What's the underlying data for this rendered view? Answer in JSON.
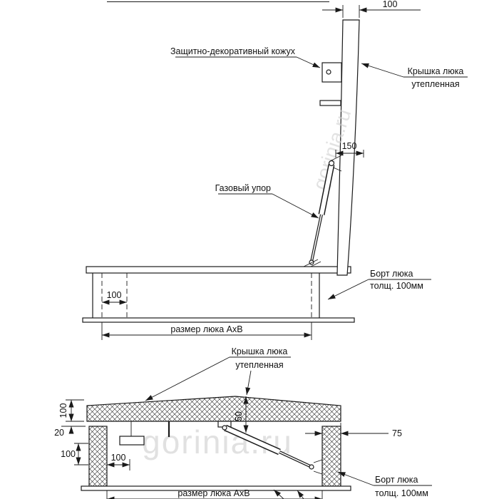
{
  "watermark": {
    "text": "gorinia.ru"
  },
  "top_view": {
    "dim_cover_thickness": "100",
    "label_casing": "Защитно-декоративный кожух",
    "label_cover_1": "Крышка люка",
    "label_cover_2": "утепленная",
    "dim_bracket": "150",
    "label_strut": "Газовый упор",
    "label_bort_1": "Борт люка",
    "label_bort_2": "толщ. 100мм",
    "dim_wall": "100",
    "dim_size": "размер люка АхВ"
  },
  "section_view": {
    "label_cover_1": "Крышка люка",
    "label_cover_2": "утепленная",
    "dim_cover_thickness": "100",
    "dim_lip": "20",
    "dim_left_lower": "100",
    "dim_inner": "100",
    "dim_overhang": "75",
    "dim_center": "50",
    "label_bort_1": "Борт люка",
    "label_bort_2": "толщ. 100мм",
    "dim_size": "размер люка АхВ"
  }
}
